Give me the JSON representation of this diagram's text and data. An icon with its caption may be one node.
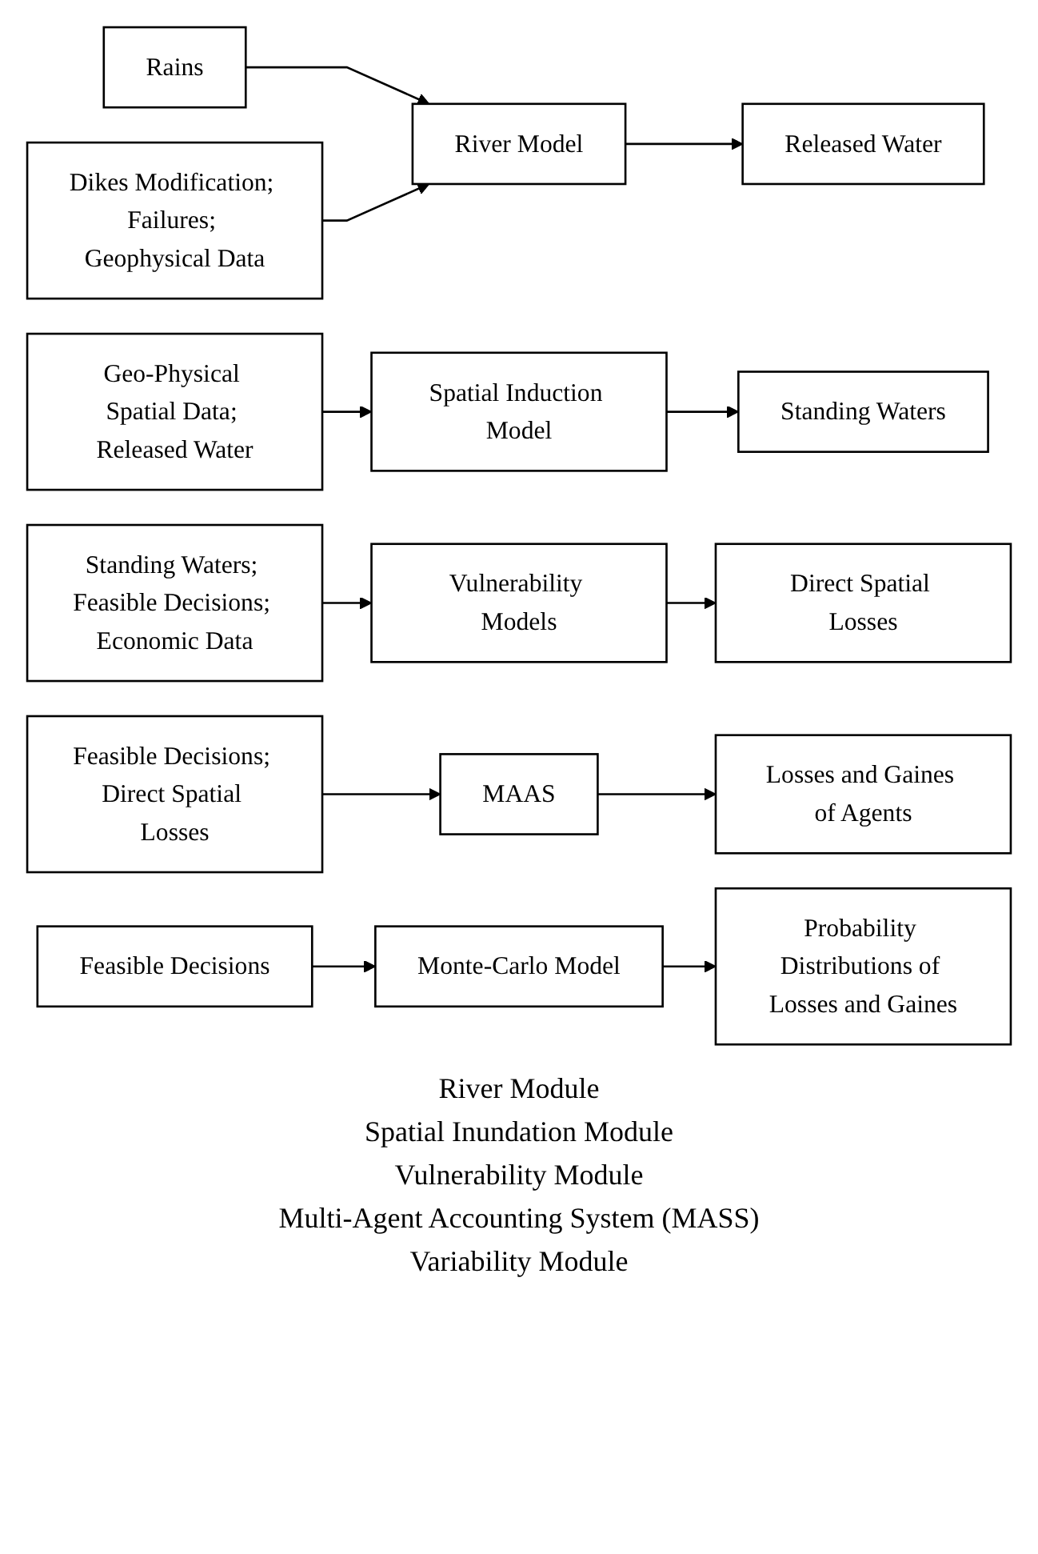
{
  "diagram": {
    "nodes": [
      {
        "text": [
          "Rains"
        ]
      },
      {
        "text": [
          "Dikes Modification; Failures; Geophysical Data"
        ]
      },
      {
        "text": [
          "River Model"
        ]
      },
      {
        "text": [
          "Released Water"
        ]
      },
      {
        "text": [
          "Geo-Physical Spatial Data; Released Water"
        ]
      },
      {
        "text": [
          "Spatial Induction Model"
        ]
      },
      {
        "text": [
          "Standing Waters"
        ]
      },
      {
        "text": [
          "Standing Waters; Feasible Decisions; Economic Data"
        ]
      },
      {
        "text": [
          "Vulnerability Models"
        ]
      },
      {
        "text": [
          "Direct Spatial Losses"
        ]
      },
      {
        "text": [
          "Feasible Decisions; Direct Spatial Losses"
        ]
      },
      {
        "text": [
          "MAAS"
        ]
      },
      {
        "text": [
          "Losses and Gaines of Agents"
        ]
      },
      {
        "text": [
          "Feasible Decisions"
        ]
      },
      {
        "text": [
          "Monte-Carlo Model"
        ]
      },
      {
        "text": [
          "Probability Distributions of Losses and Gaines"
        ]
      }
    ],
    "edges": [
      {
        "from": 0,
        "to": 2,
        "arrow": "to"
      },
      {
        "from": 1,
        "to": 2,
        "arrow": "to"
      },
      {
        "from": 2,
        "to": 3,
        "arrow": "to"
      },
      {
        "from": 4,
        "to": 5,
        "arrow": "to"
      },
      {
        "from": 5,
        "to": 6,
        "arrow": "to"
      },
      {
        "from": 7,
        "to": 8,
        "arrow": "to"
      },
      {
        "from": 8,
        "to": 9,
        "arrow": "to"
      },
      {
        "from": 10,
        "to": 11,
        "arrow": "to"
      },
      {
        "from": 11,
        "to": 12,
        "arrow": "to"
      },
      {
        "from": 13,
        "to": 14,
        "arrow": "to"
      },
      {
        "from": 14,
        "to": 15,
        "arrow": "to"
      }
    ],
    "labels": [
      "River Module",
      "Spatial Inundation Module",
      "Vulnerability Module",
      "Multi-Agent Accounting System (MASS)",
      "Variability Module"
    ]
  }
}
